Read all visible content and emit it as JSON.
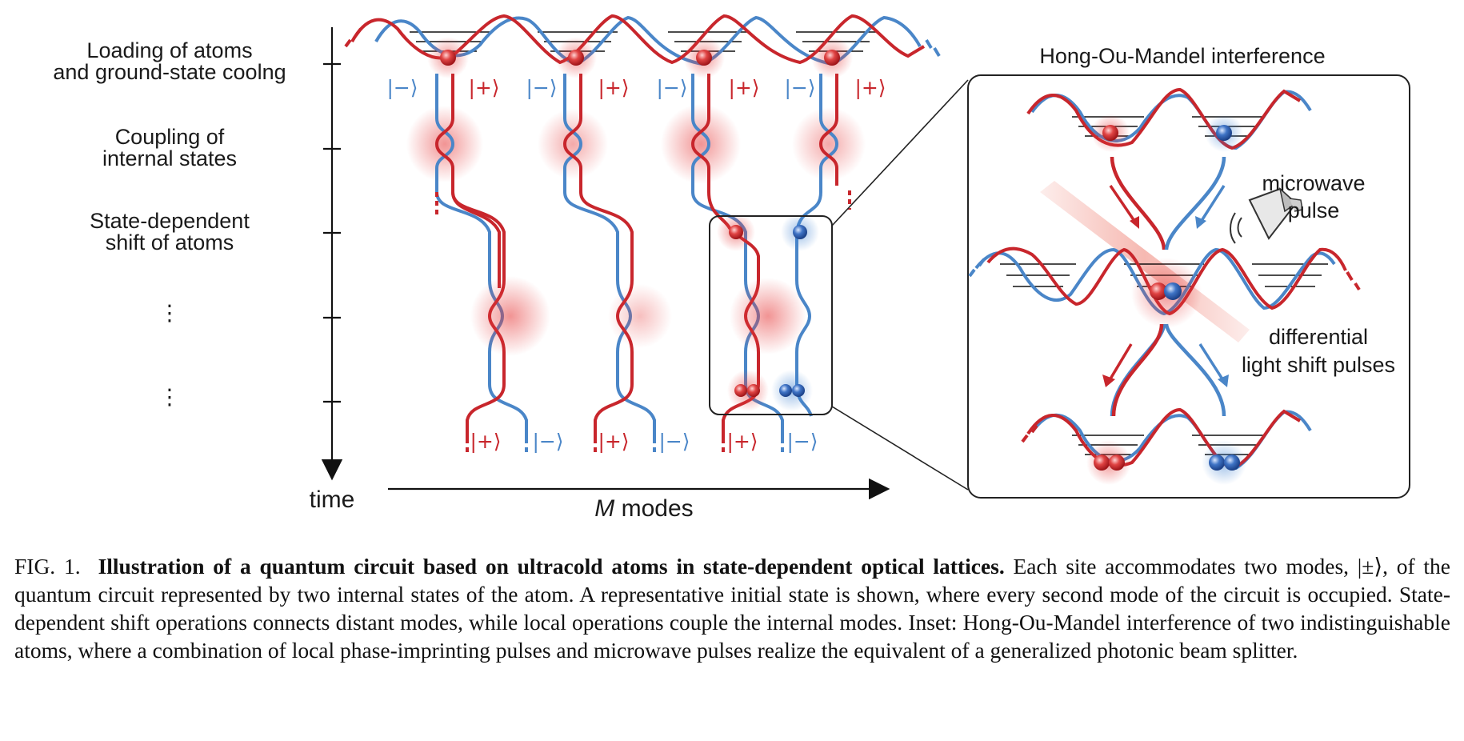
{
  "figure": {
    "step_labels": [
      [
        "Loading of atoms",
        "and ground-state coolng"
      ],
      [
        "Coupling of",
        "internal states"
      ],
      [
        "State-dependent",
        "shift of atoms"
      ],
      [
        "⋮"
      ],
      [
        "⋮"
      ]
    ],
    "time_label": "time",
    "modes_label_italic": "M",
    "modes_label_rest": " modes",
    "ket_minus": "|−⟩",
    "ket_plus": "|+⟩",
    "inset_title": "Hong-Ou-Mandel interference",
    "microwave_label": [
      "microwave",
      "pulse"
    ],
    "lightshift_label": [
      "differential",
      "light shift pulses"
    ]
  },
  "colors": {
    "red": "#c8262c",
    "blue": "#4a86c8",
    "glow": "#e84a4a",
    "box": "#222222"
  },
  "caption": {
    "fig_label": "FIG. 1.",
    "bold_title": "Illustration of a quantum circuit based on ultracold atoms in state-dependent optical lattices.",
    "body": "Each site accommodates two modes, |±⟩, of the quantum circuit represented by two internal states of the atom. A representative initial state is shown, where every second mode of the circuit is occupied. State-dependent shift operations connects distant modes, while local operations couple the internal modes. Inset: Hong-Ou-Mandel interference of two indistinguishable atoms, where a combination of local phase-imprinting pulses and microwave pulses realize the equivalent of a generalized photonic beam splitter."
  }
}
